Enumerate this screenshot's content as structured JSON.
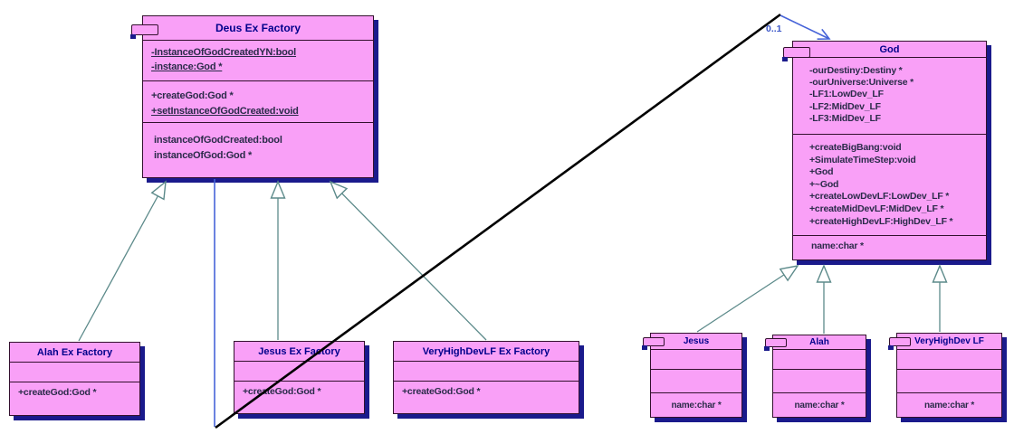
{
  "labels": {
    "multiplicity": "0..1"
  },
  "classes": {
    "deus": {
      "title": "Deus Ex Factory",
      "attributes": [
        "-InstanceOfGodCreatedYN:bool",
        "-instance:God *"
      ],
      "methods": [
        "+createGod:God *",
        "+setInstanceOfGodCreated:void"
      ],
      "properties": [
        "instanceOfGodCreated:bool",
        "instanceOfGod:God *"
      ]
    },
    "god": {
      "title": "God",
      "attributes": [
        "-ourDestiny:Destiny *",
        "-ourUniverse:Universe *",
        "-LF1:LowDev_LF",
        "-LF2:MidDev_LF",
        "-LF3:MidDev_LF"
      ],
      "methods": [
        "+createBigBang:void",
        "+SimulateTimeStep:void",
        "+God",
        "+~God",
        "+createLowDevLF:LowDev_LF *",
        "+createMidDevLF:MidDev_LF *",
        "+createHighDevLF:HighDev_LF *"
      ],
      "properties": [
        "name:char *"
      ]
    },
    "alah_factory": {
      "title": "Alah Ex Factory",
      "methods": [
        "+createGod:God *"
      ]
    },
    "jesus_factory": {
      "title": "Jesus Ex Factory",
      "methods": [
        "+createGod:God *"
      ]
    },
    "vhd_factory": {
      "title": "VeryHighDevLF Ex Factory",
      "methods": [
        "+createGod:God *"
      ]
    },
    "jesus": {
      "title": "Jesus",
      "properties": [
        "name:char *"
      ]
    },
    "alah": {
      "title": "Alah",
      "properties": [
        "name:char *"
      ]
    },
    "vhd": {
      "title": "VeryHighDev LF",
      "properties": [
        "name:char *"
      ]
    }
  },
  "colors": {
    "class_fill": "#f9a0f7",
    "class_border": "#33102e",
    "shadow": "#1a1a8c",
    "title_text": "#00008b",
    "member_text": "#2b2b4a",
    "generalization_line": "#5c8a8a",
    "association_line": "#4663d8",
    "crossing_line": "#000000",
    "multiplicity_text": "#3a56c8"
  }
}
